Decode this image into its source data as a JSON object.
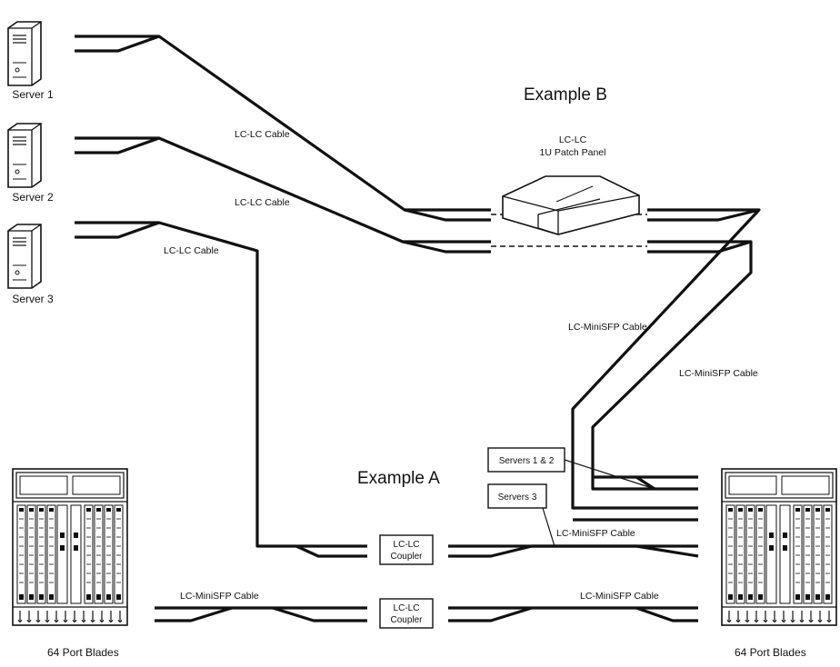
{
  "examples": {
    "a": "Example A",
    "b": "Example B"
  },
  "servers": [
    {
      "label": "Server 1",
      "icon": "server-tower-icon"
    },
    {
      "label": "Server 2",
      "icon": "server-tower-icon"
    },
    {
      "label": "Server 3",
      "icon": "server-tower-icon"
    }
  ],
  "cables": {
    "lc_lc_1": "LC-LC Cable",
    "lc_lc_2": "LC-LC Cable",
    "lc_lc_3": "LC-LC Cable",
    "minisfp_b1": "LC-MiniSFP Cable",
    "minisfp_b2": "LC-MiniSFP Cable",
    "minisfp_a_right": "LC-MiniSFP Cable",
    "minisfp_bottom_left": "LC-MiniSFP Cable",
    "minisfp_bottom_right": "LC-MiniSFP Cable"
  },
  "patch_panel": {
    "line1": "LC-LC",
    "line2": "1U Patch Panel",
    "icon": "patch-panel-icon"
  },
  "couplers": [
    {
      "line1": "LC-LC",
      "line2": "Coupler"
    },
    {
      "line1": "LC-LC",
      "line2": "Coupler"
    }
  ],
  "callouts": {
    "servers_1_2": "Servers 1 & 2",
    "servers_3": "Servers 3"
  },
  "chassis": [
    {
      "label": "64 Port Blades",
      "icon": "switch-chassis-icon"
    },
    {
      "label": "64 Port Blades",
      "icon": "switch-chassis-icon"
    }
  ]
}
